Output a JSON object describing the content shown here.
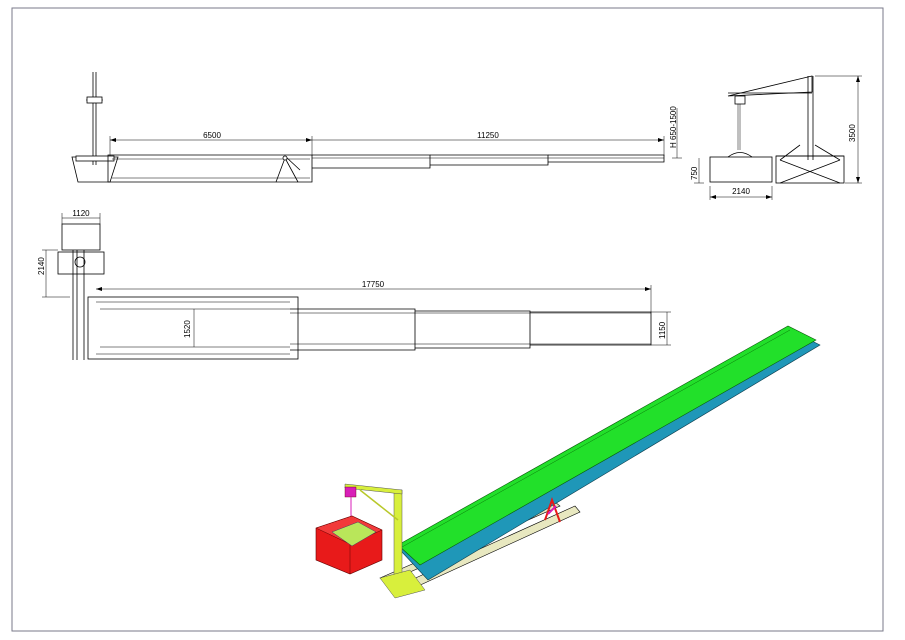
{
  "dimensions": {
    "side_view": {
      "hopper_length": "6500",
      "belt_length": "11250",
      "height_range": "H 650-1500",
      "base_height": "750"
    },
    "end_view": {
      "width": "2140",
      "total_height": "3500"
    },
    "top_view": {
      "crane_width": "1120",
      "crane_depth": "2140",
      "overall_length": "17750",
      "hopper_width": "1520",
      "belt_width": "1150"
    }
  },
  "colors": {
    "belt": "#22e02a",
    "frame": "#1f97b8",
    "crane": "#d8ef3c",
    "hopper": "#e81a1a",
    "hoist": "#d81fb8",
    "chute": "#b9e65a",
    "base": "#e8e8c0"
  },
  "icons": [
    "crane-icon",
    "hoist-icon"
  ]
}
